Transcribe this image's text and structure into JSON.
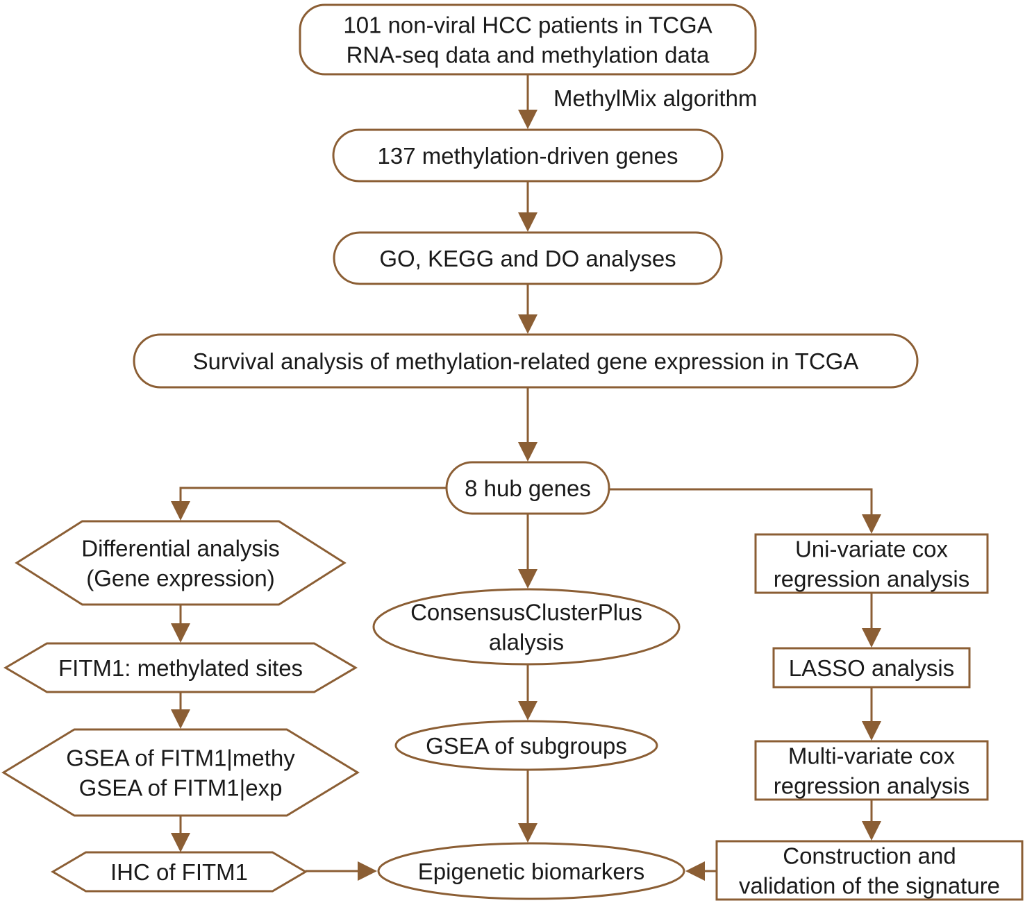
{
  "diagram": {
    "stroke_color": "#8b5e34",
    "text_color": "#1a1a1a",
    "nodes": {
      "tcga_data": {
        "shape": "rounded-rect",
        "lines": [
          "101 non-viral HCC patients in TCGA",
          "RNA-seq data and methylation data"
        ]
      },
      "methylation_genes": {
        "shape": "pill",
        "lines": [
          "137 methylation-driven genes"
        ]
      },
      "enrichment": {
        "shape": "pill",
        "lines": [
          "GO, KEGG and DO analyses"
        ]
      },
      "survival": {
        "shape": "pill",
        "lines": [
          "Survival analysis of methylation-related gene expression in TCGA"
        ]
      },
      "hub_genes": {
        "shape": "pill",
        "lines": [
          "8 hub genes"
        ]
      },
      "differential": {
        "shape": "hexagon",
        "lines": [
          "Differential analysis",
          "(Gene expression)"
        ]
      },
      "fitm1_sites": {
        "shape": "hexagon",
        "lines": [
          "FITM1: methylated sites"
        ]
      },
      "gsea_fitm1": {
        "shape": "hexagon",
        "lines": [
          "GSEA of FITM1|methy",
          "GSEA of FITM1|exp"
        ]
      },
      "ihc": {
        "shape": "hexagon",
        "lines": [
          "IHC of FITM1"
        ]
      },
      "consensus": {
        "shape": "ellipse",
        "lines": [
          "ConsensusClusterPlus",
          "alalysis"
        ]
      },
      "gsea_subgroups": {
        "shape": "ellipse",
        "lines": [
          "GSEA of subgroups"
        ]
      },
      "biomarkers": {
        "shape": "ellipse",
        "lines": [
          "Epigenetic biomarkers"
        ]
      },
      "univariate": {
        "shape": "rect",
        "lines": [
          "Uni-variate cox",
          "regression analysis"
        ]
      },
      "lasso": {
        "shape": "rect",
        "lines": [
          "LASSO analysis"
        ]
      },
      "multivariate": {
        "shape": "rect",
        "lines": [
          "Multi-variate cox",
          "regression analysis"
        ]
      },
      "signature": {
        "shape": "rect",
        "lines": [
          "Construction and",
          "validation of the signature"
        ]
      }
    },
    "edges": [
      {
        "from": "tcga_data",
        "to": "methylation_genes",
        "label": "MethylMix algorithm"
      },
      {
        "from": "methylation_genes",
        "to": "enrichment"
      },
      {
        "from": "enrichment",
        "to": "survival"
      },
      {
        "from": "survival",
        "to": "hub_genes"
      },
      {
        "from": "hub_genes",
        "to": "differential"
      },
      {
        "from": "hub_genes",
        "to": "consensus"
      },
      {
        "from": "hub_genes",
        "to": "univariate"
      },
      {
        "from": "differential",
        "to": "fitm1_sites"
      },
      {
        "from": "fitm1_sites",
        "to": "gsea_fitm1"
      },
      {
        "from": "gsea_fitm1",
        "to": "ihc"
      },
      {
        "from": "ihc",
        "to": "biomarkers"
      },
      {
        "from": "consensus",
        "to": "gsea_subgroups"
      },
      {
        "from": "gsea_subgroups",
        "to": "biomarkers"
      },
      {
        "from": "univariate",
        "to": "lasso"
      },
      {
        "from": "lasso",
        "to": "multivariate"
      },
      {
        "from": "multivariate",
        "to": "signature"
      },
      {
        "from": "signature",
        "to": "biomarkers"
      }
    ]
  }
}
